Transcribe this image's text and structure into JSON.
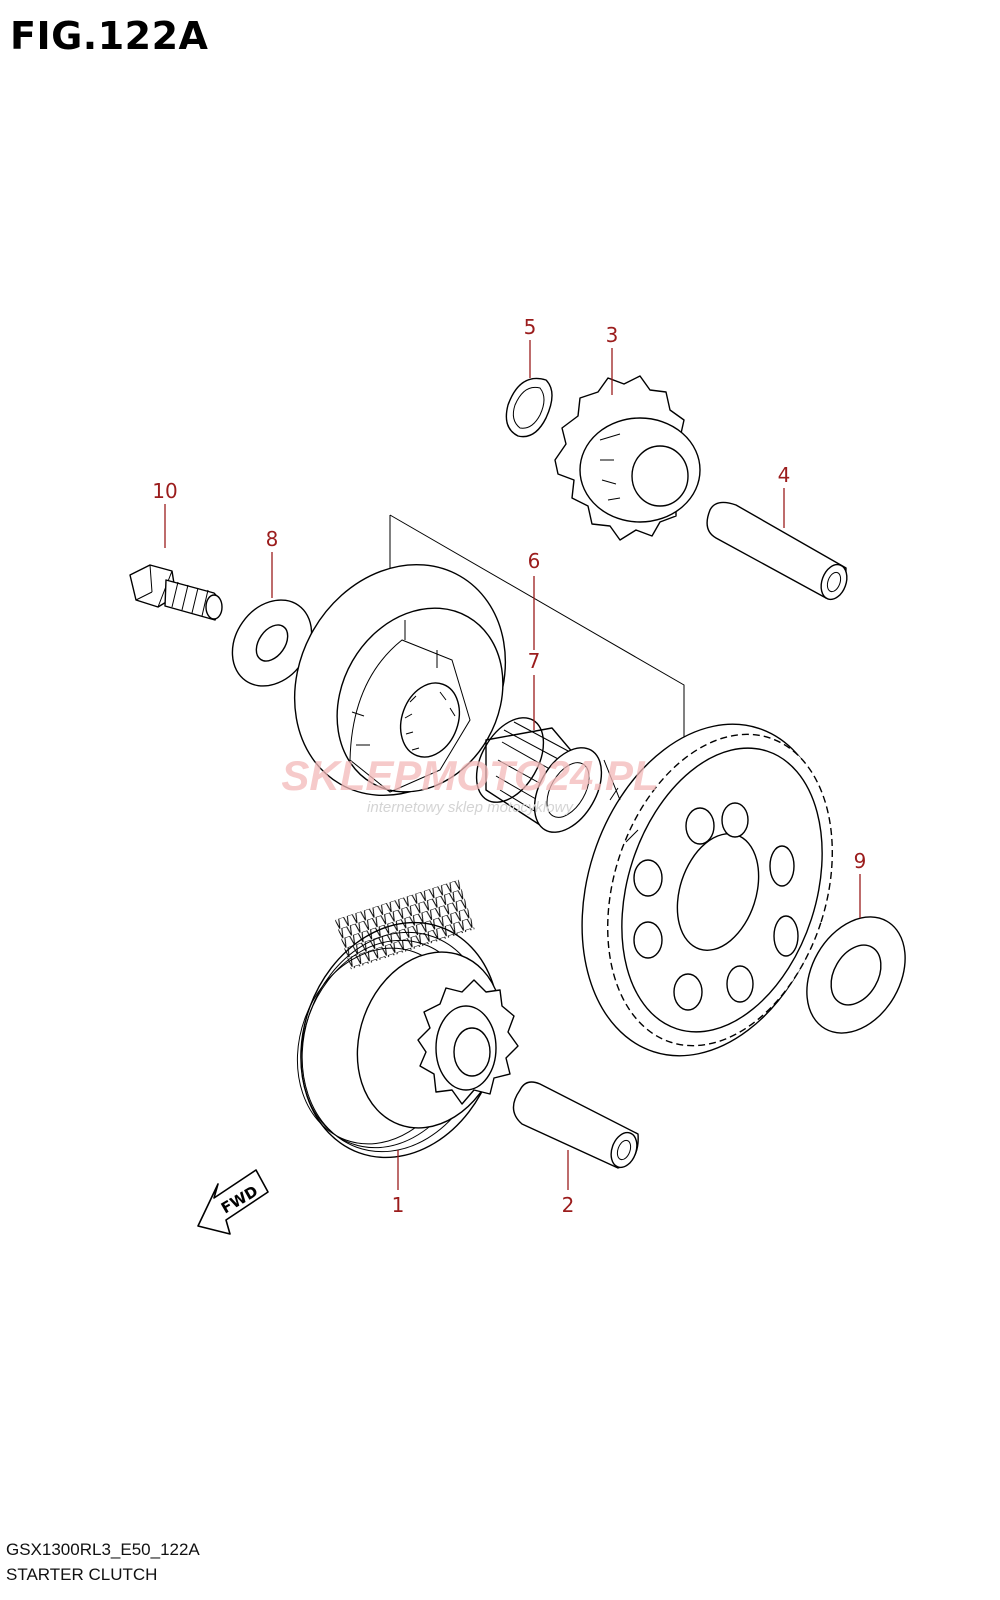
{
  "figure": {
    "title": "FIG.122A",
    "model_code": "GSX1300RL3_E50_122A",
    "name": "STARTER CLUTCH"
  },
  "fwd_label": "FWD",
  "callouts": [
    "1",
    "2",
    "3",
    "4",
    "5",
    "6",
    "7",
    "8",
    "9",
    "10"
  ],
  "watermark": {
    "brand": "SKLEPMOTO24.PL",
    "tagline": "internetowy sklep motocyklowy"
  },
  "colors": {
    "callout_text": "#9b1c1c",
    "line": "#000000",
    "watermark_brand": "#f3b9b9",
    "watermark_gray": "#d4d4d4"
  }
}
